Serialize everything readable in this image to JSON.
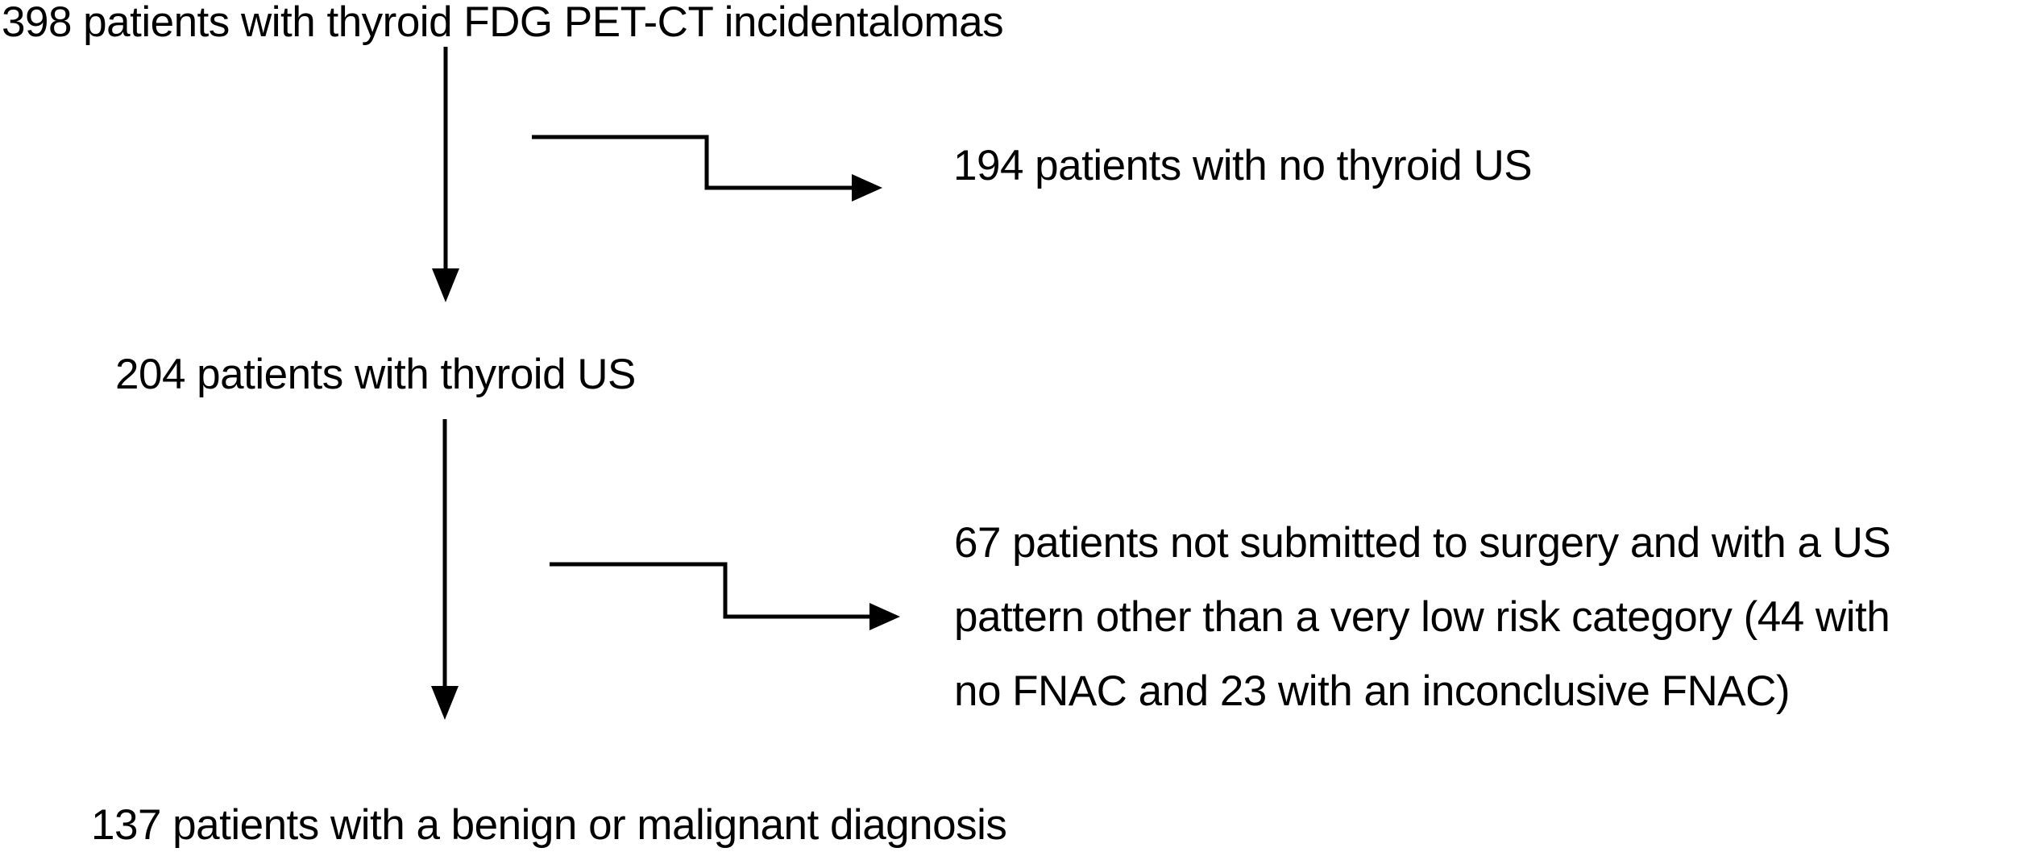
{
  "diagram": {
    "type": "patient-flowchart",
    "background_color": "#ffffff",
    "line_color": "#000000",
    "text_color": "#000000",
    "nodes": {
      "total": {
        "text": "398 patients with thyroid FDG PET-CT incidentalomas"
      },
      "excluded_no_us": {
        "text": "194 patients with no thyroid US"
      },
      "with_us": {
        "text": "204 patients with thyroid US"
      },
      "excluded_surgery": {
        "line1": "67 patients not submitted to surgery and with a US",
        "line2": "pattern other than a very low risk category (44 with",
        "line3": "no FNAC and 23 with an inconclusive FNAC)"
      },
      "final": {
        "text": "137 patients with a benign or malignant diagnosis"
      }
    },
    "connections": [
      {
        "from": "total",
        "to": "with_us",
        "style": "vertical-arrow"
      },
      {
        "from": "total",
        "to": "excluded_no_us",
        "style": "elbow-right-arrow"
      },
      {
        "from": "with_us",
        "to": "final",
        "style": "vertical-arrow"
      },
      {
        "from": "with_us",
        "to": "excluded_surgery",
        "style": "elbow-right-arrow"
      }
    ]
  }
}
